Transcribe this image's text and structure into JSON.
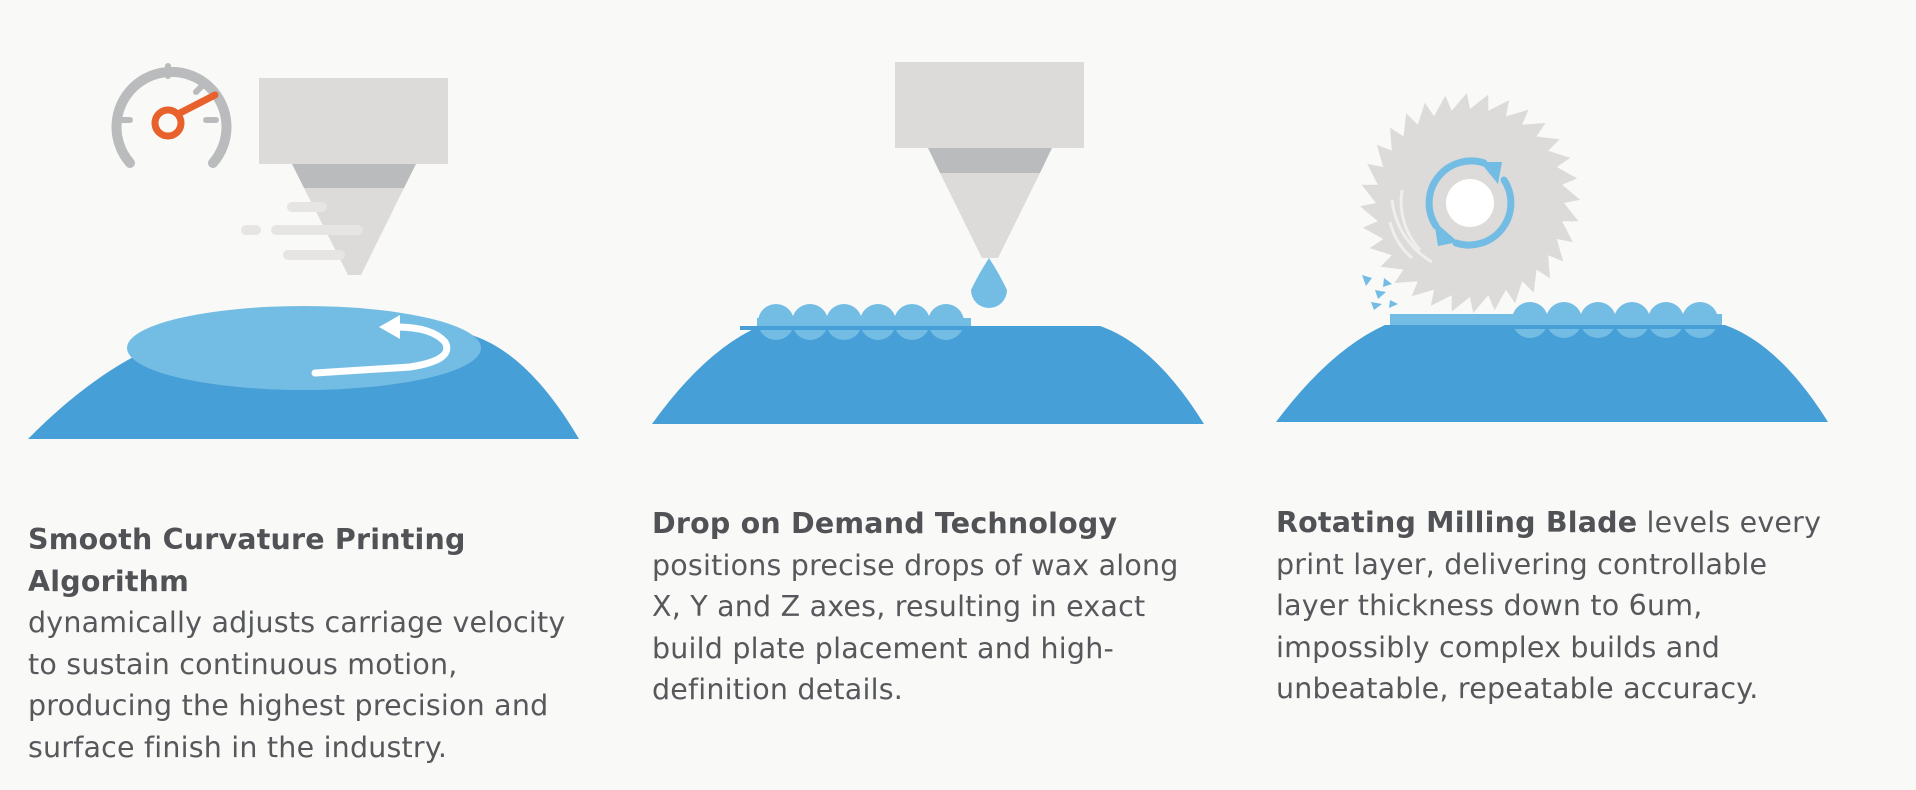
{
  "features": [
    {
      "title": "Smooth Curvature Printing Algorithm",
      "lines": [
        "dynamically adjusts carriage velocity",
        "to sustain continuous motion,",
        "producing the highest precision and",
        "surface finish in the industry."
      ],
      "icons": [
        "speedometer-icon",
        "print-head-icon",
        "motion-lines-icon",
        "rotation-arrow-icon",
        "build-plate-icon"
      ]
    },
    {
      "title": "Drop on Demand Technology",
      "lines": [
        "positions precise drops of wax along",
        "X, Y and Z axes, resulting in exact",
        "build plate placement and high-",
        "definition details."
      ],
      "icons": [
        "print-head-icon",
        "wax-drop-icon",
        "wax-droplets-icon",
        "build-plate-icon"
      ]
    },
    {
      "title": "Rotating Milling Blade",
      "title_suffix": " levels every",
      "lines": [
        "print layer, delivering controllable",
        "layer thickness down to 6um,",
        "impossibly complex builds and",
        "unbeatable, repeatable accuracy."
      ],
      "icons": [
        "milling-blade-icon",
        "rotation-arrows-icon",
        "wax-chips-icon",
        "wax-droplets-icon",
        "build-plate-icon"
      ]
    }
  ],
  "colors": {
    "background": "#f9f9f7",
    "plate_blue": "#479fd7",
    "light_blue": "#73bde5",
    "gray_head": "#dcdbd9",
    "gray_dark": "#babbbd",
    "accent_orange": "#e8612c",
    "text": "#57585b"
  }
}
